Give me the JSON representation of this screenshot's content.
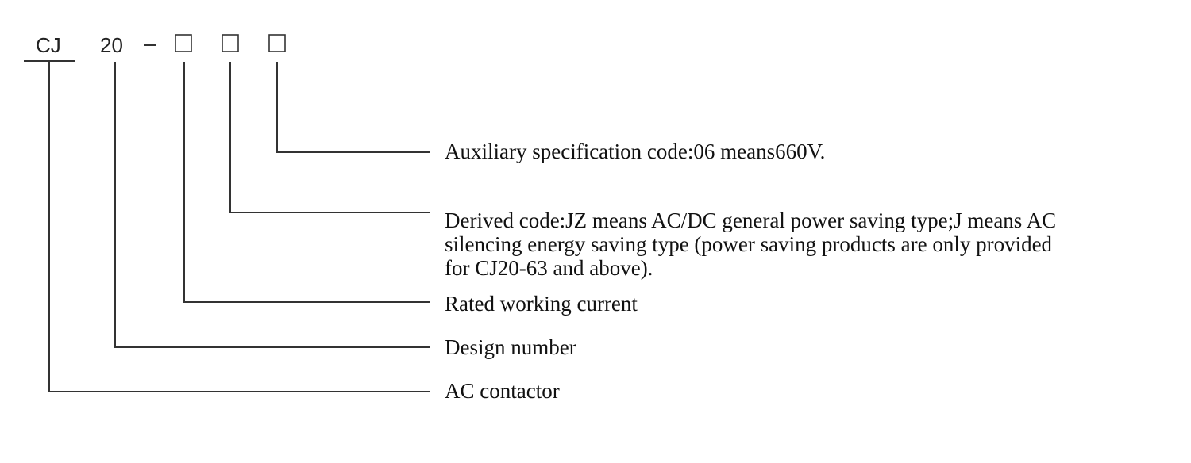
{
  "model_code": {
    "prefix": "CJ",
    "number": "20",
    "dash": "-",
    "placeholders": [
      "□",
      "□",
      "□"
    ]
  },
  "descriptions": [
    {
      "id": "auxiliary",
      "lines": [
        "Auxiliary specification code:06 means660V."
      ]
    },
    {
      "id": "derived",
      "lines": [
        "Derived code:JZ means AC/DC general power saving type;J means AC",
        "silencing energy saving type (power saving products are only provided",
        "for CJ20-63 and above)."
      ]
    },
    {
      "id": "rated-current",
      "lines": [
        "Rated working current"
      ]
    },
    {
      "id": "design-number",
      "lines": [
        "Design number"
      ]
    },
    {
      "id": "ac-contactor",
      "lines": [
        "AC contactor"
      ]
    }
  ]
}
